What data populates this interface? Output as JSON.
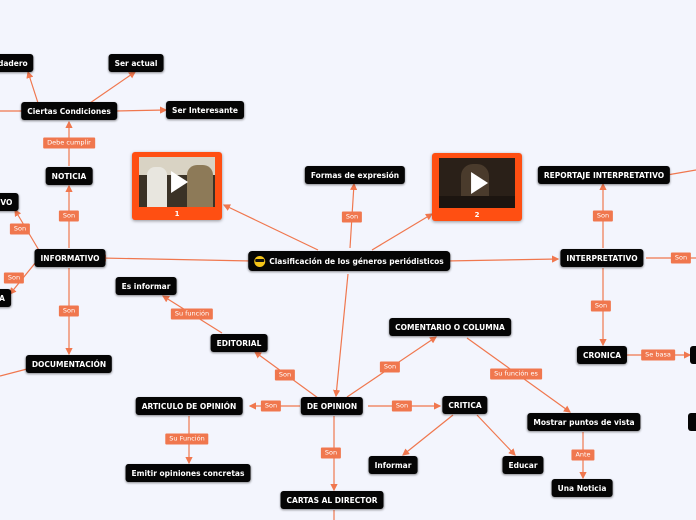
{
  "root": {
    "label": "Clasificación de los géneros periódisticos"
  },
  "nodes": {
    "verdadero": "verdadero",
    "ser_actual": "Ser actual",
    "ciertas_condiciones": "Ciertas Condiciones",
    "ser_interesante": "Ser Interesante",
    "noticia": "NOTICIA",
    "ivo": "IVO",
    "informativo": "INFORMATIVO",
    "a": "A",
    "documentacion": "DOCUMENTACIÓN",
    "es_informar": "Es informar",
    "editorial": "EDITORIAL",
    "formas_expresion": "Formas de expresión",
    "comentario_columna": "COMENTARIO O COLUMNA",
    "articulo_opinion": "ARTICULO DE OPINIÓN",
    "de_opinion": "DE OPINION",
    "critica": "CRITICA",
    "mostrar_puntos": "Mostrar puntos de vista",
    "emitir_opiniones": "Emitir opiniones concretas",
    "informar": "Informar",
    "educar": "Educar",
    "una_noticia": "Una Noticia",
    "cartas_director": "CARTAS AL DIRECTOR",
    "reportaje_interpretativo": "REPORTAJE INTERPRETATIVO",
    "interpretativo": "INTERPRETATIVO",
    "cronica": "CRONICA"
  },
  "edge_labels": {
    "debe_cumplir": "Debe cumplir",
    "son": "Son",
    "su_funcion_lower": "Su función",
    "su_funcion_cap": "Su Función",
    "su_funcion_es": "Su función es",
    "ante": "Ante",
    "se_basa": "Se basa"
  },
  "videos": [
    {
      "caption": "1"
    },
    {
      "caption": "2"
    }
  ],
  "colors": {
    "background": "#f3f5fd",
    "node": "#050505",
    "edge": "#f0774e",
    "video_frame": "#ff4f12"
  }
}
